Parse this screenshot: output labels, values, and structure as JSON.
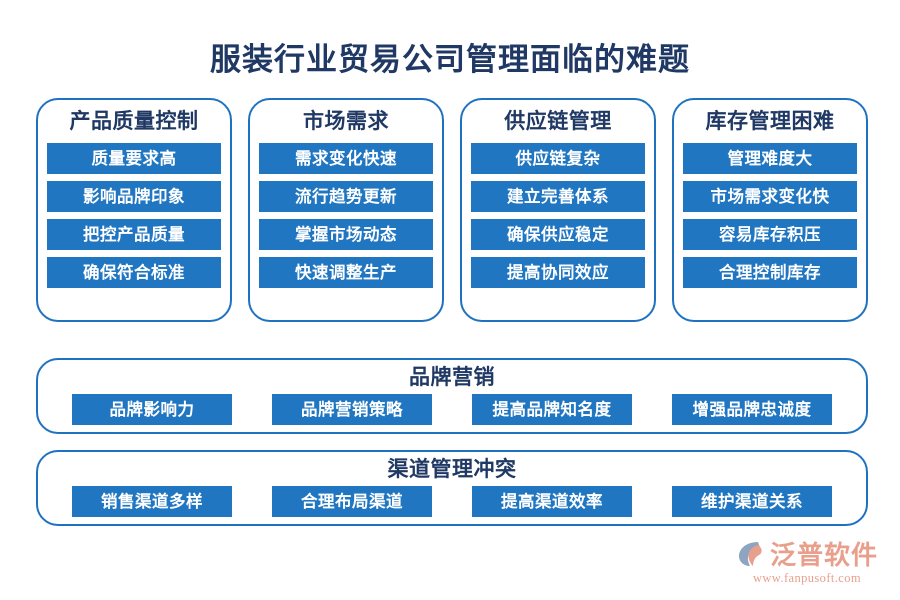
{
  "title": "服装行业贸易公司管理面临的难题",
  "colors": {
    "title_navy": "#1f3864",
    "chip_blue": "#2176c1",
    "border_blue": "#1f72c0",
    "logo_salmon": "#e79b87",
    "background": "#ffffff"
  },
  "cards": [
    {
      "header": "产品质量控制",
      "items": [
        "质量要求高",
        "影响品牌印象",
        "把控产品质量",
        "确保符合标准"
      ]
    },
    {
      "header": "市场需求",
      "items": [
        "需求变化快速",
        "流行趋势更新",
        "掌握市场动态",
        "快速调整生产"
      ]
    },
    {
      "header": "供应链管理",
      "items": [
        "供应链复杂",
        "建立完善体系",
        "确保供应稳定",
        "提高协同效应"
      ]
    },
    {
      "header": "库存管理困难",
      "items": [
        "管理难度大",
        "市场需求变化快",
        "容易库存积压",
        "合理控制库存"
      ]
    }
  ],
  "wide_panels": [
    {
      "header": "品牌营销",
      "items": [
        "品牌影响力",
        "品牌营销策略",
        "提高品牌知名度",
        "增强品牌忠诚度"
      ]
    },
    {
      "header": "渠道管理冲突",
      "items": [
        "销售渠道多样",
        "合理布局渠道",
        "提高渠道效率",
        "维护渠道关系"
      ]
    }
  ],
  "logo": {
    "name": "泛普软件",
    "url": "www.fanpusoft.com",
    "mark_icon": "fanpu-swoosh-icon"
  }
}
